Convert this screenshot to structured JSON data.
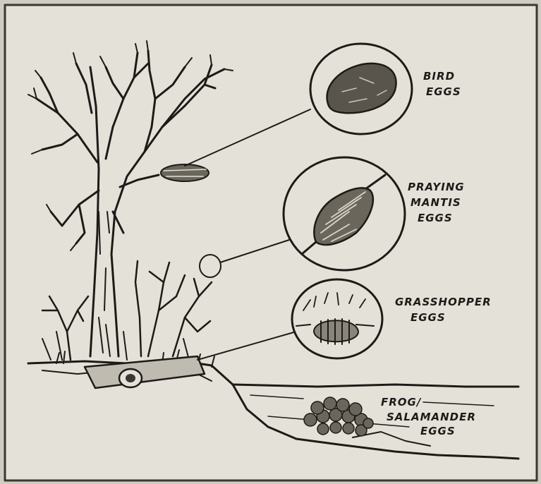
{
  "labels": {
    "bird": [
      "BIRD",
      "EGGS"
    ],
    "mantis": [
      "PRAYING",
      "MANTIS",
      "EGGS"
    ],
    "grasshopper": [
      "GRASSHOPPER",
      "EGGS"
    ],
    "frog": [
      "FROG/",
      "SALAMANDER",
      "EGGS"
    ]
  },
  "colors": {
    "paper": "#e4e1d9",
    "ink": "#1d1b17",
    "background": "#cfccc2"
  }
}
